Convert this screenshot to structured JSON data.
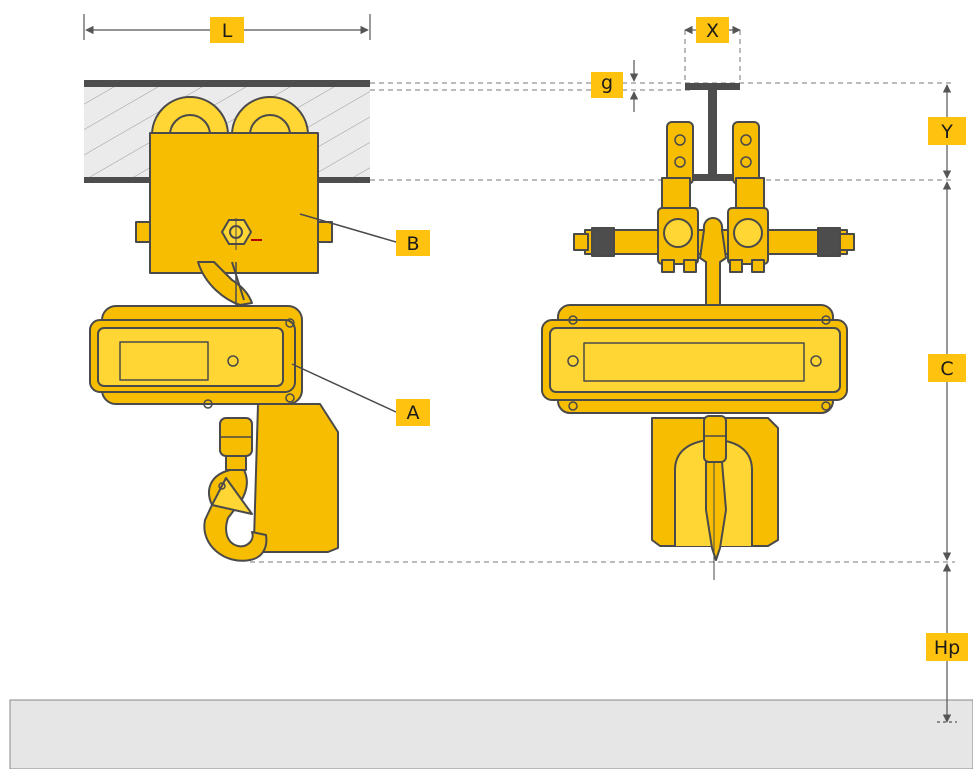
{
  "labels": {
    "L": "L",
    "X": "X",
    "g": "g",
    "Y": "Y",
    "B": "B",
    "A": "A",
    "C": "C",
    "Hp": "Hp"
  },
  "colors": {
    "body_yellow": "#f7bd00",
    "body_light": "#ffd633",
    "label_box": "#ffc20e",
    "outline": "#4a4a4a",
    "beam": "#4d4d4d",
    "hatch_bg": "#e8e8e8",
    "floor": "#e6e6e6",
    "dim_line": "#555555"
  }
}
